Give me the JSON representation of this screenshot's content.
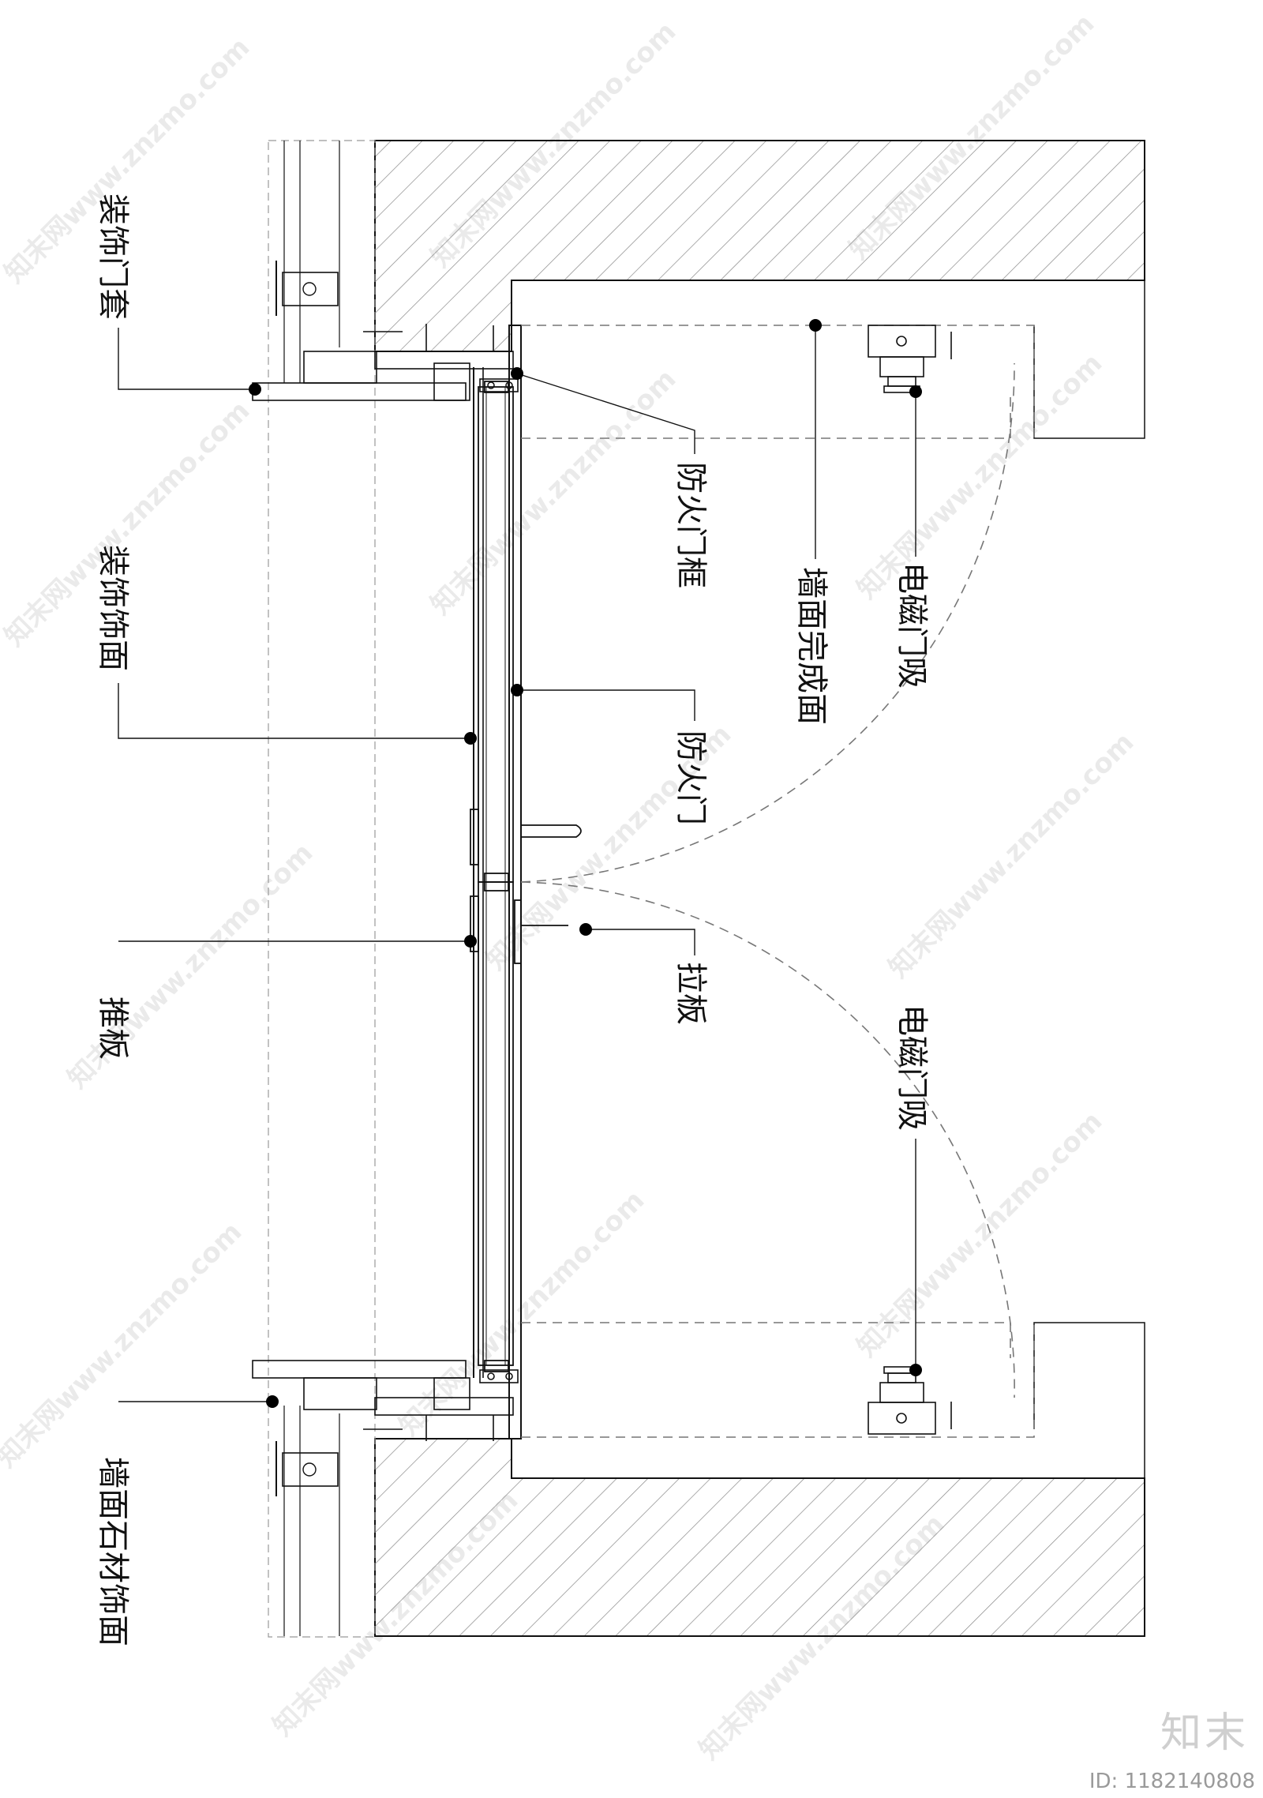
{
  "labels": {
    "decor_door_casing": "装饰门套",
    "decor_finish": "装饰饰面",
    "push_plate": "推板",
    "wall_stone_finish": "墙面石材饰面",
    "fire_door_frame": "防火门框",
    "finished_wall_face": "墙面完成面",
    "electromagnetic_holder_top": "电磁门吸",
    "fire_door": "防火门",
    "pull_plate": "拉板",
    "electromagnetic_holder_bottom": "电磁门吸"
  },
  "watermark": {
    "text": "知末网www.znzmo.com",
    "brand": "知末",
    "id": "ID: 1182140808"
  },
  "colors": {
    "line": "#111111",
    "hatch": "#888888",
    "dash": "#777777",
    "watermark": "#d0d0d0"
  }
}
